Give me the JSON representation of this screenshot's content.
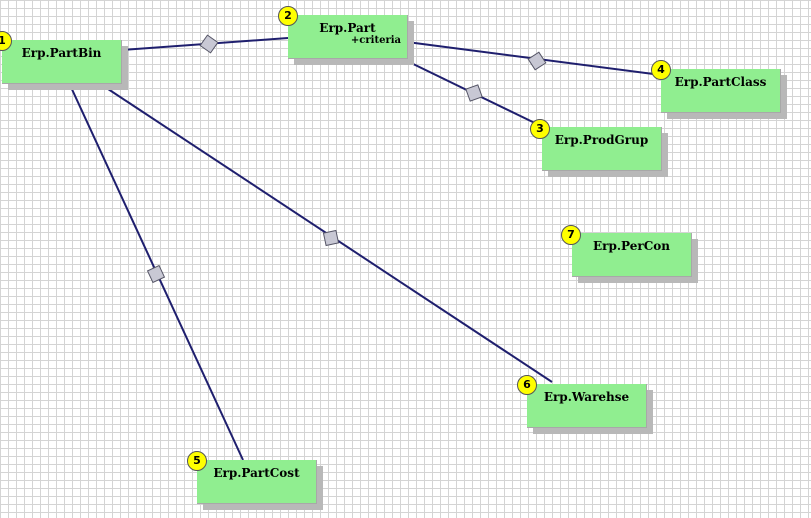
{
  "diagram": {
    "nodes": [
      {
        "id": "PartBin",
        "number": "1",
        "title": "Erp.PartBin"
      },
      {
        "id": "Part",
        "number": "2",
        "title": "Erp.Part",
        "attribute": "+criteria"
      },
      {
        "id": "ProdGrup",
        "number": "3",
        "title": "Erp.ProdGrup"
      },
      {
        "id": "PartClass",
        "number": "4",
        "title": "Erp.PartClass"
      },
      {
        "id": "PartCost",
        "number": "5",
        "title": "Erp.PartCost"
      },
      {
        "id": "Warehse",
        "number": "6",
        "title": "Erp.Warehse"
      },
      {
        "id": "PerCon",
        "number": "7",
        "title": "Erp.PerCon"
      }
    ],
    "links": [
      {
        "from": "PartBin",
        "to": "Part"
      },
      {
        "from": "Part",
        "to": "PartClass"
      },
      {
        "from": "Part",
        "to": "ProdGrup"
      },
      {
        "from": "PartBin",
        "to": "PartCost"
      },
      {
        "from": "PartBin",
        "to": "Warehse"
      }
    ],
    "colors": {
      "node_fill": "#90ee90",
      "line": "#1f1f6e",
      "badge": "#ffff00",
      "diamond": "#c8c8d4"
    }
  }
}
